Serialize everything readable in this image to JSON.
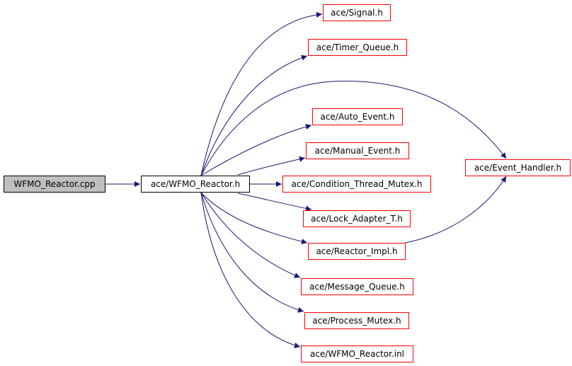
{
  "graph": {
    "nodes": {
      "wfmo_cpp": "WFMO_Reactor.cpp",
      "wfmo_h": "ace/WFMO_Reactor.h",
      "signal": "ace/Signal.h",
      "timer_queue": "ace/Timer_Queue.h",
      "auto_event": "ace/Auto_Event.h",
      "manual_event": "ace/Manual_Event.h",
      "cond_thread_mutex": "ace/Condition_Thread_Mutex.h",
      "lock_adapter": "ace/Lock_Adapter_T.h",
      "reactor_impl": "ace/Reactor_Impl.h",
      "message_queue": "ace/Message_Queue.h",
      "process_mutex": "ace/Process_Mutex.h",
      "wfmo_inl": "ace/WFMO_Reactor.inl",
      "event_handler": "ace/Event_Handler.h"
    },
    "edges": [
      [
        "wfmo_cpp",
        "wfmo_h"
      ],
      [
        "wfmo_h",
        "signal"
      ],
      [
        "wfmo_h",
        "timer_queue"
      ],
      [
        "wfmo_h",
        "event_handler"
      ],
      [
        "wfmo_h",
        "auto_event"
      ],
      [
        "wfmo_h",
        "manual_event"
      ],
      [
        "wfmo_h",
        "cond_thread_mutex"
      ],
      [
        "wfmo_h",
        "lock_adapter"
      ],
      [
        "wfmo_h",
        "reactor_impl"
      ],
      [
        "wfmo_h",
        "message_queue"
      ],
      [
        "wfmo_h",
        "process_mutex"
      ],
      [
        "wfmo_h",
        "wfmo_inl"
      ],
      [
        "reactor_impl",
        "event_handler"
      ]
    ],
    "edge_color": "#191970",
    "node_border_color": "#ff0000",
    "root_fill_color": "#bfbfbf"
  }
}
